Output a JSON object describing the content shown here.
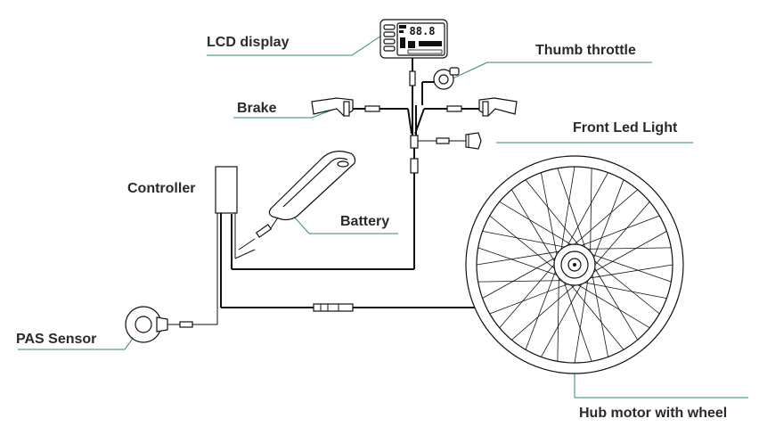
{
  "labels": {
    "lcd_display": "LCD display",
    "thumb_throttle": "Thumb throttle",
    "brake": "Brake",
    "front_led_light": "Front Led Light",
    "controller": "Controller",
    "battery": "Battery",
    "pas_sensor": "PAS Sensor",
    "hub_motor": "Hub motor with wheel"
  },
  "lcd_screen": {
    "speed": "88.8"
  },
  "colors": {
    "leader_line": "#2e8b6a",
    "wiring": "#111111",
    "label_text": "#2a2a2a"
  }
}
